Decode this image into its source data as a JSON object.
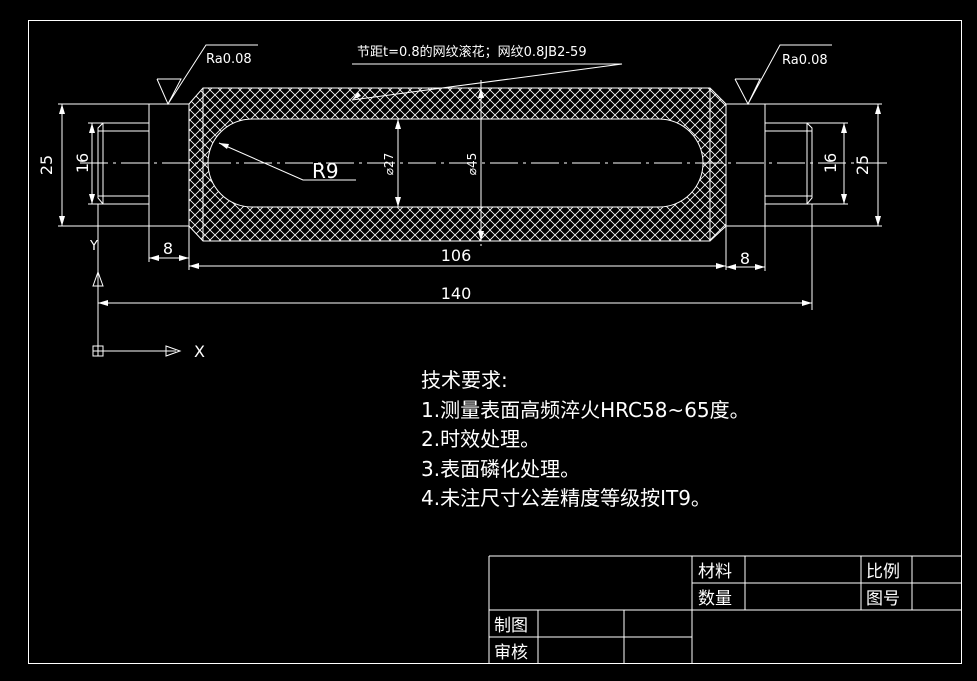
{
  "knurl_note": "节距t=0.8的网纹滚花；网纹0.8JB2-59",
  "roughness": {
    "left": "Ra0.08",
    "right": "Ra0.08"
  },
  "dimensions": {
    "left_outer": "25",
    "left_inner": "16",
    "right_inner": "16",
    "right_outer": "25",
    "radius": "R9",
    "dia_slot": "⌀27",
    "dia_body": "⌀45",
    "shoulder_left": "8",
    "body_length": "106",
    "shoulder_right": "8",
    "overall": "140"
  },
  "ucs": {
    "x": "X",
    "y": "Y"
  },
  "tech": {
    "title": "技术要求:",
    "items": [
      "1.测量表面高频淬火HRC58~65度。",
      "2.时效处理。",
      "3.表面磷化处理。",
      "4.未注尺寸公差精度等级按IT9。"
    ]
  },
  "title_block": {
    "material": "材料",
    "quantity": "数量",
    "scale": "比例",
    "drawing_no": "图号",
    "drawn": "制图",
    "checked": "审核"
  }
}
